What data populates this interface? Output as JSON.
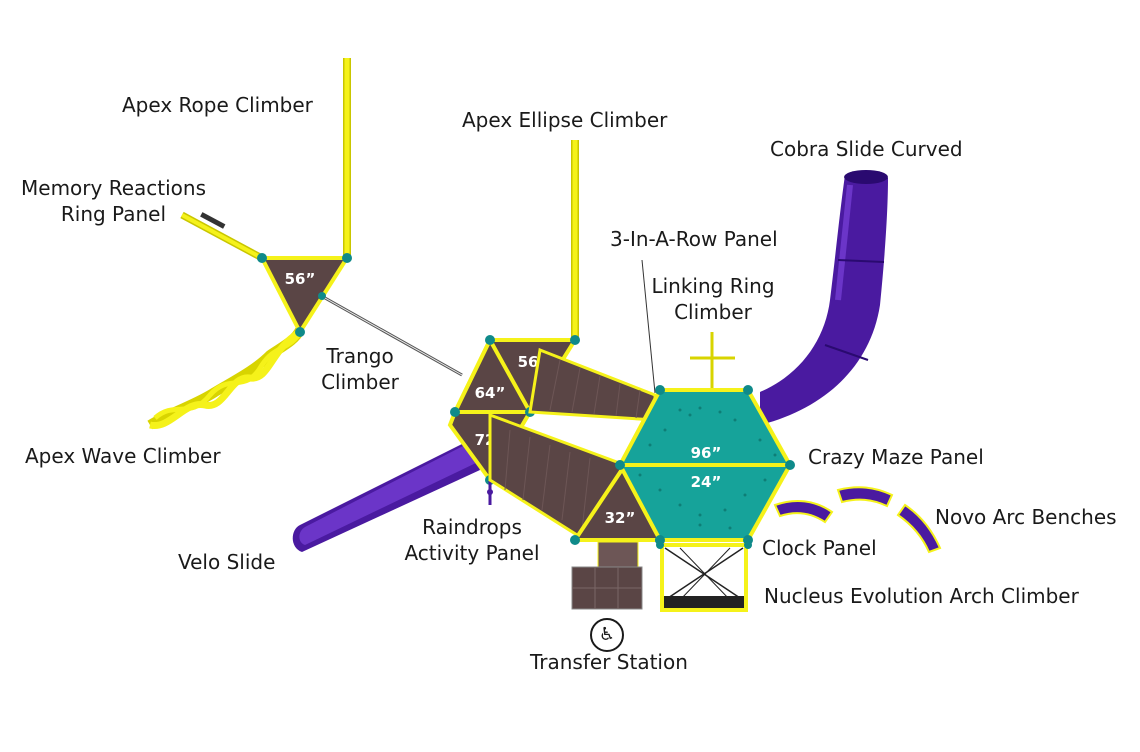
{
  "colors": {
    "deck": "#5a4545",
    "rail": "#f5f21a",
    "slide": "#4a1aa0",
    "maze": "#16a39a",
    "post": "#0f8a8a"
  },
  "labels": {
    "apex_rope_climber": "Apex Rope Climber",
    "memory_reactions_line1": "Memory Reactions",
    "memory_reactions_line2": "Ring Panel",
    "trango_line1": "Trango",
    "trango_line2": "Climber",
    "apex_wave_climber": "Apex Wave Climber",
    "velo_slide": "Velo Slide",
    "apex_ellipse_climber": "Apex Ellipse Climber",
    "raindrops_line1": "Raindrops",
    "raindrops_line2": "Activity Panel",
    "three_in_a_row": "3-In-A-Row Panel",
    "linking_ring_line1": "Linking Ring",
    "linking_ring_line2": "Climber",
    "cobra_slide": "Cobra Slide Curved",
    "crazy_maze": "Crazy Maze Panel",
    "novo_arc": "Novo Arc Benches",
    "clock_panel": "Clock Panel",
    "nucleus": "Nucleus Evolution Arch Climber",
    "transfer_station": "Transfer Station"
  },
  "decks": {
    "deck_56_left": "56”",
    "deck_56_right": "56”",
    "deck_64": "64”",
    "deck_72": "72”",
    "deck_96": "96”",
    "deck_24": "24”",
    "deck_32": "32”"
  },
  "icons": {
    "transfer": "wheelchair-icon"
  }
}
